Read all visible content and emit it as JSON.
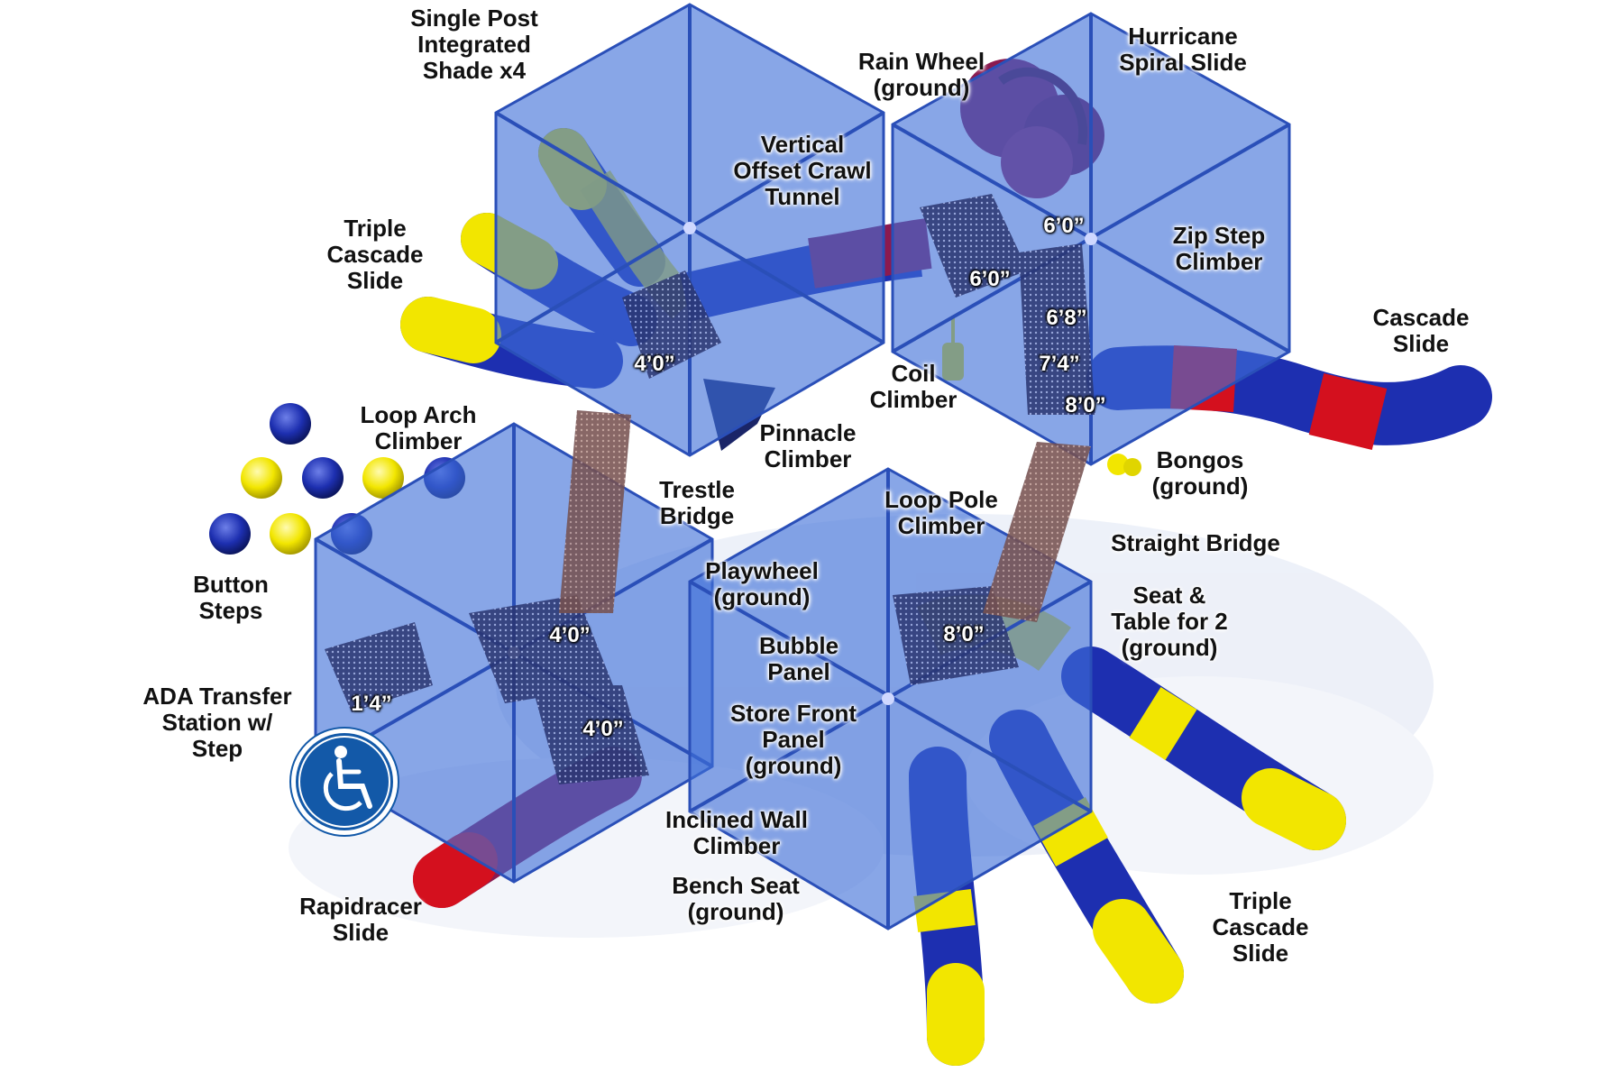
{
  "colors": {
    "shade": "#3f6fd8",
    "blue": "#1d2fb0",
    "yellow": "#f2e600",
    "red": "#d4101e",
    "maroon": "#8b1a4f",
    "ada_badge": "#1359a8"
  },
  "labels": [
    {
      "id": "single-post-shade",
      "lines": [
        "Single Post",
        "Integrated",
        "Shade x4"
      ]
    },
    {
      "id": "rain-wheel",
      "lines": [
        "Rain Wheel",
        "(ground)"
      ]
    },
    {
      "id": "hurricane-spiral-slide",
      "lines": [
        "Hurricane",
        "Spiral Slide"
      ]
    },
    {
      "id": "vertical-offset-crawl-tunnel",
      "lines": [
        "Vertical",
        "Offset Crawl",
        "Tunnel"
      ]
    },
    {
      "id": "triple-cascade-slide-left",
      "lines": [
        "Triple",
        "Cascade",
        "Slide"
      ]
    },
    {
      "id": "zip-step-climber",
      "lines": [
        "Zip Step",
        "Climber"
      ]
    },
    {
      "id": "cascade-slide",
      "lines": [
        "Cascade",
        "Slide"
      ]
    },
    {
      "id": "coil-climber",
      "lines": [
        "Coil",
        "Climber"
      ]
    },
    {
      "id": "loop-arch-climber",
      "lines": [
        "Loop Arch",
        "Climber"
      ]
    },
    {
      "id": "pinnacle-climber",
      "lines": [
        "Pinnacle",
        "Climber"
      ]
    },
    {
      "id": "bongos",
      "lines": [
        "Bongos",
        "(ground)"
      ]
    },
    {
      "id": "trestle-bridge",
      "lines": [
        "Trestle",
        "Bridge"
      ]
    },
    {
      "id": "loop-pole-climber",
      "lines": [
        "Loop Pole",
        "Climber"
      ]
    },
    {
      "id": "straight-bridge",
      "lines": [
        "Straight Bridge"
      ]
    },
    {
      "id": "button-steps",
      "lines": [
        "Button",
        "Steps"
      ]
    },
    {
      "id": "playwheel",
      "lines": [
        "Playwheel",
        "(ground)"
      ]
    },
    {
      "id": "seat-table",
      "lines": [
        "Seat &",
        "Table for 2",
        "(ground)"
      ]
    },
    {
      "id": "bubble-panel",
      "lines": [
        "Bubble",
        "Panel"
      ]
    },
    {
      "id": "ada-transfer-station",
      "lines": [
        "ADA Transfer",
        "Station w/",
        "Step"
      ]
    },
    {
      "id": "store-front-panel",
      "lines": [
        "Store Front",
        "Panel",
        "(ground)"
      ]
    },
    {
      "id": "inclined-wall-climber",
      "lines": [
        "Inclined Wall",
        "Climber"
      ]
    },
    {
      "id": "bench-seat",
      "lines": [
        "Bench Seat",
        "(ground)"
      ]
    },
    {
      "id": "rapidracer-slide",
      "lines": [
        "Rapidracer",
        "Slide"
      ]
    },
    {
      "id": "triple-cascade-slide-right",
      "lines": [
        "Triple",
        "Cascade",
        "Slide"
      ]
    }
  ],
  "dimensions": [
    {
      "id": "deck-ne-1",
      "text": "6’0”"
    },
    {
      "id": "deck-ne-2",
      "text": "6’0”"
    },
    {
      "id": "deck-ne-3",
      "text": "6’8”"
    },
    {
      "id": "deck-ne-4",
      "text": "7’4”"
    },
    {
      "id": "deck-ne-5",
      "text": "8’0”"
    },
    {
      "id": "deck-nw",
      "text": "4’0”"
    },
    {
      "id": "deck-sw-1",
      "text": "4’0”"
    },
    {
      "id": "deck-sw-2",
      "text": "4’0”"
    },
    {
      "id": "deck-sw-ada",
      "text": "1’4”"
    },
    {
      "id": "deck-se",
      "text": "8’0”"
    }
  ],
  "icons": {
    "ada": "wheelchair-icon"
  }
}
